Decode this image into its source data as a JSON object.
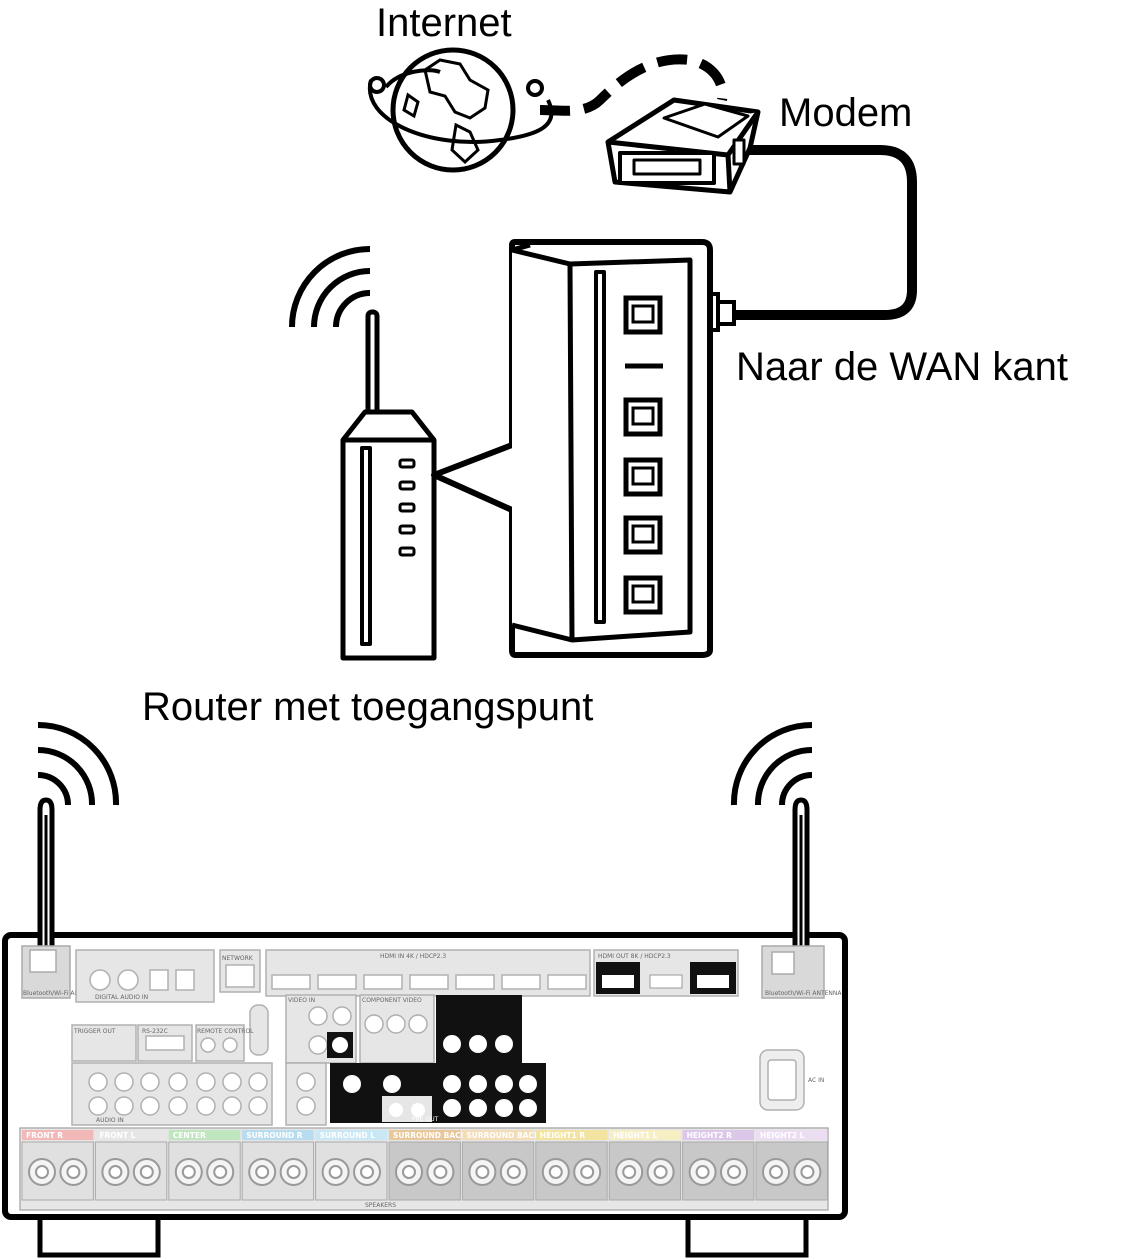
{
  "labels": {
    "internet": "Internet",
    "modem": "Modem",
    "wan": "Naar de WAN kant",
    "router": "Router met toegangspunt"
  },
  "receiver": {
    "panel_labels": {
      "antenna_left": "Bluetooth/Wi-Fi ANTENNA",
      "antenna_right": "Bluetooth/Wi-Fi ANTENNA",
      "network": "NETWORK",
      "hdmi": "HDMI IN  4K / HDCP2.3",
      "hdmi_out": "HDMI OUT 8K / HDCP2.3",
      "digital_audio": "DIGITAL AUDIO IN",
      "trigger": "TRIGGER OUT",
      "rs232c": "RS-232C",
      "remote": "REMOTE CONTROL",
      "audio_in": "AUDIO IN",
      "video": "VIDEO IN",
      "component": "COMPONENT VIDEO",
      "pre_out": "PRE OUT",
      "ac_in": "AC IN",
      "speakers": "SPEAKERS"
    },
    "speaker_sections": [
      {
        "label": "FRONT R",
        "color": "#f2b8b8"
      },
      {
        "label": "FRONT L",
        "color": "#e6e6e6"
      },
      {
        "label": "CENTER",
        "color": "#bfe6bf"
      },
      {
        "label": "SURROUND R",
        "color": "#b8dcef"
      },
      {
        "label": "SURROUND L",
        "color": "#c8e8f5"
      },
      {
        "label": "SURROUND BACK R",
        "color": "#e8c79a"
      },
      {
        "label": "SURROUND BACK L",
        "color": "#f2ddb8"
      },
      {
        "label": "HEIGHT1 R",
        "color": "#f2e3a0"
      },
      {
        "label": "HEIGHT1 L",
        "color": "#f7eec4"
      },
      {
        "label": "HEIGHT2 R",
        "color": "#dcc6ea"
      },
      {
        "label": "HEIGHT2 L",
        "color": "#ebdef2"
      }
    ]
  },
  "colors": {
    "line": "#000000",
    "panel": "#cccccc",
    "panel_dark": "#999999"
  }
}
